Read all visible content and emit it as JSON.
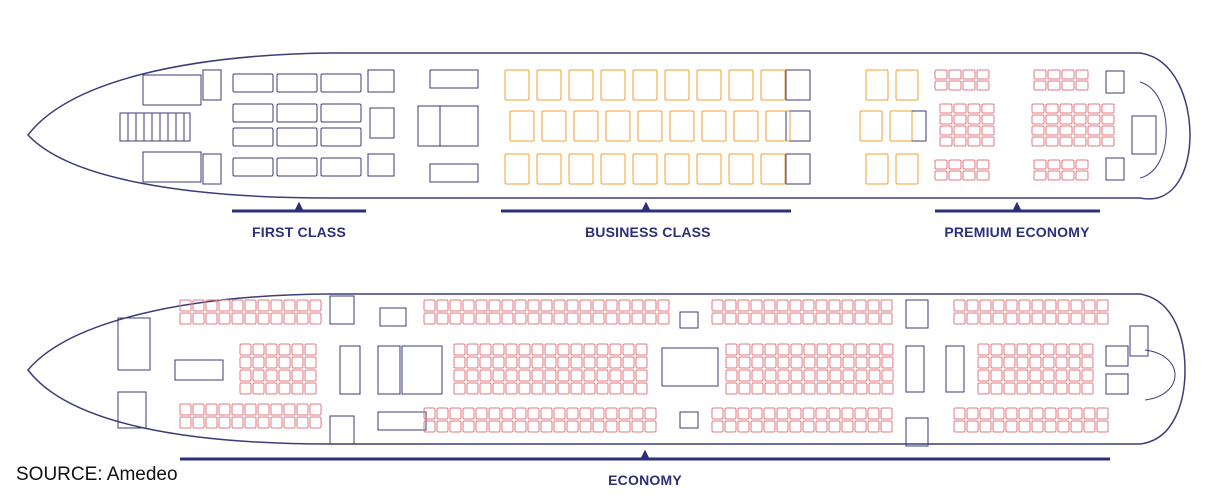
{
  "labels": {
    "first": "FIRST CLASS",
    "business": "BUSINESS CLASS",
    "premium": "PREMIUM ECONOMY",
    "economy": "ECONOMY"
  },
  "source": "SOURCE: Amedeo",
  "colors": {
    "outline": "#3b3d7a",
    "first": "#3b3d7a",
    "business": "#f0a030",
    "economy": "#e07a80",
    "bracket": "#2c2f7a"
  }
}
